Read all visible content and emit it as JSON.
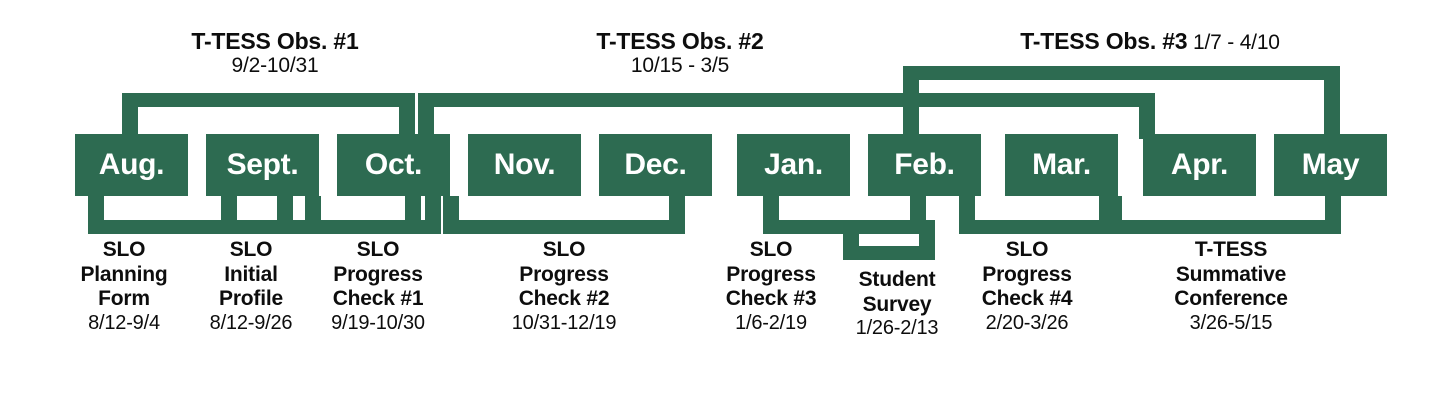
{
  "theme": {
    "green": "#2d6b51",
    "box_text": "#ffffff",
    "label_text": "#0d0d0d",
    "background": "#ffffff"
  },
  "observations": [
    {
      "id": "obs-1",
      "title": "T-TESS Obs. #1",
      "dates": "9/2-10/31",
      "dates_inline": false,
      "spans_months": [
        "Aug.",
        "Sept.",
        "Oct."
      ]
    },
    {
      "id": "obs-2",
      "title": "T-TESS Obs. #2",
      "dates": "10/15 - 3/5",
      "dates_inline": false,
      "spans_months": [
        "Oct.",
        "Nov.",
        "Dec.",
        "Jan.",
        "Feb.",
        "Mar."
      ]
    },
    {
      "id": "obs-3",
      "title": "T-TESS Obs. #3",
      "dates": "1/7 - 4/10",
      "dates_inline": true,
      "spans_months": [
        "Feb.",
        "Mar.",
        "Apr.",
        "May"
      ]
    }
  ],
  "months": [
    {
      "label": "Aug."
    },
    {
      "label": "Sept."
    },
    {
      "label": "Oct."
    },
    {
      "label": "Nov."
    },
    {
      "label": "Dec."
    },
    {
      "label": "Jan."
    },
    {
      "label": "Feb."
    },
    {
      "label": "Mar."
    },
    {
      "label": "Apr."
    },
    {
      "label": "May"
    }
  ],
  "tasks": [
    {
      "id": "slo-planning-form",
      "lines": [
        "SLO",
        "Planning",
        "Form"
      ],
      "dates": "8/12-9/4",
      "spans_months": [
        "Aug.",
        "Sept."
      ]
    },
    {
      "id": "slo-initial-profile",
      "lines": [
        "SLO",
        "Initial",
        "Profile"
      ],
      "dates": "8/12-9/26",
      "spans_months": [
        "Aug.",
        "Sept."
      ]
    },
    {
      "id": "slo-progress-check-1",
      "lines": [
        "SLO",
        "Progress",
        "Check #1"
      ],
      "dates": "9/19-10/30",
      "spans_months": [
        "Sept.",
        "Oct."
      ]
    },
    {
      "id": "slo-progress-check-2",
      "lines": [
        "SLO",
        "Progress",
        "Check #2"
      ],
      "dates": "10/31-12/19",
      "spans_months": [
        "Oct.",
        "Nov.",
        "Dec."
      ]
    },
    {
      "id": "slo-progress-check-3",
      "lines": [
        "SLO",
        "Progress",
        "Check #3"
      ],
      "dates": "1/6-2/19",
      "spans_months": [
        "Jan.",
        "Feb."
      ]
    },
    {
      "id": "student-survey",
      "lines": [
        "Student",
        "Survey"
      ],
      "dates": "1/26-2/13",
      "spans_months": [
        "Jan.",
        "Feb."
      ]
    },
    {
      "id": "slo-progress-check-4",
      "lines": [
        "SLO",
        "Progress",
        "Check #4"
      ],
      "dates": "2/20-3/26",
      "spans_months": [
        "Feb.",
        "Mar."
      ]
    },
    {
      "id": "ttess-summative-conference",
      "lines": [
        "T-TESS",
        "Summative",
        "Conference"
      ],
      "dates": "3/26-5/15",
      "spans_months": [
        "Mar.",
        "Apr.",
        "May"
      ]
    }
  ]
}
